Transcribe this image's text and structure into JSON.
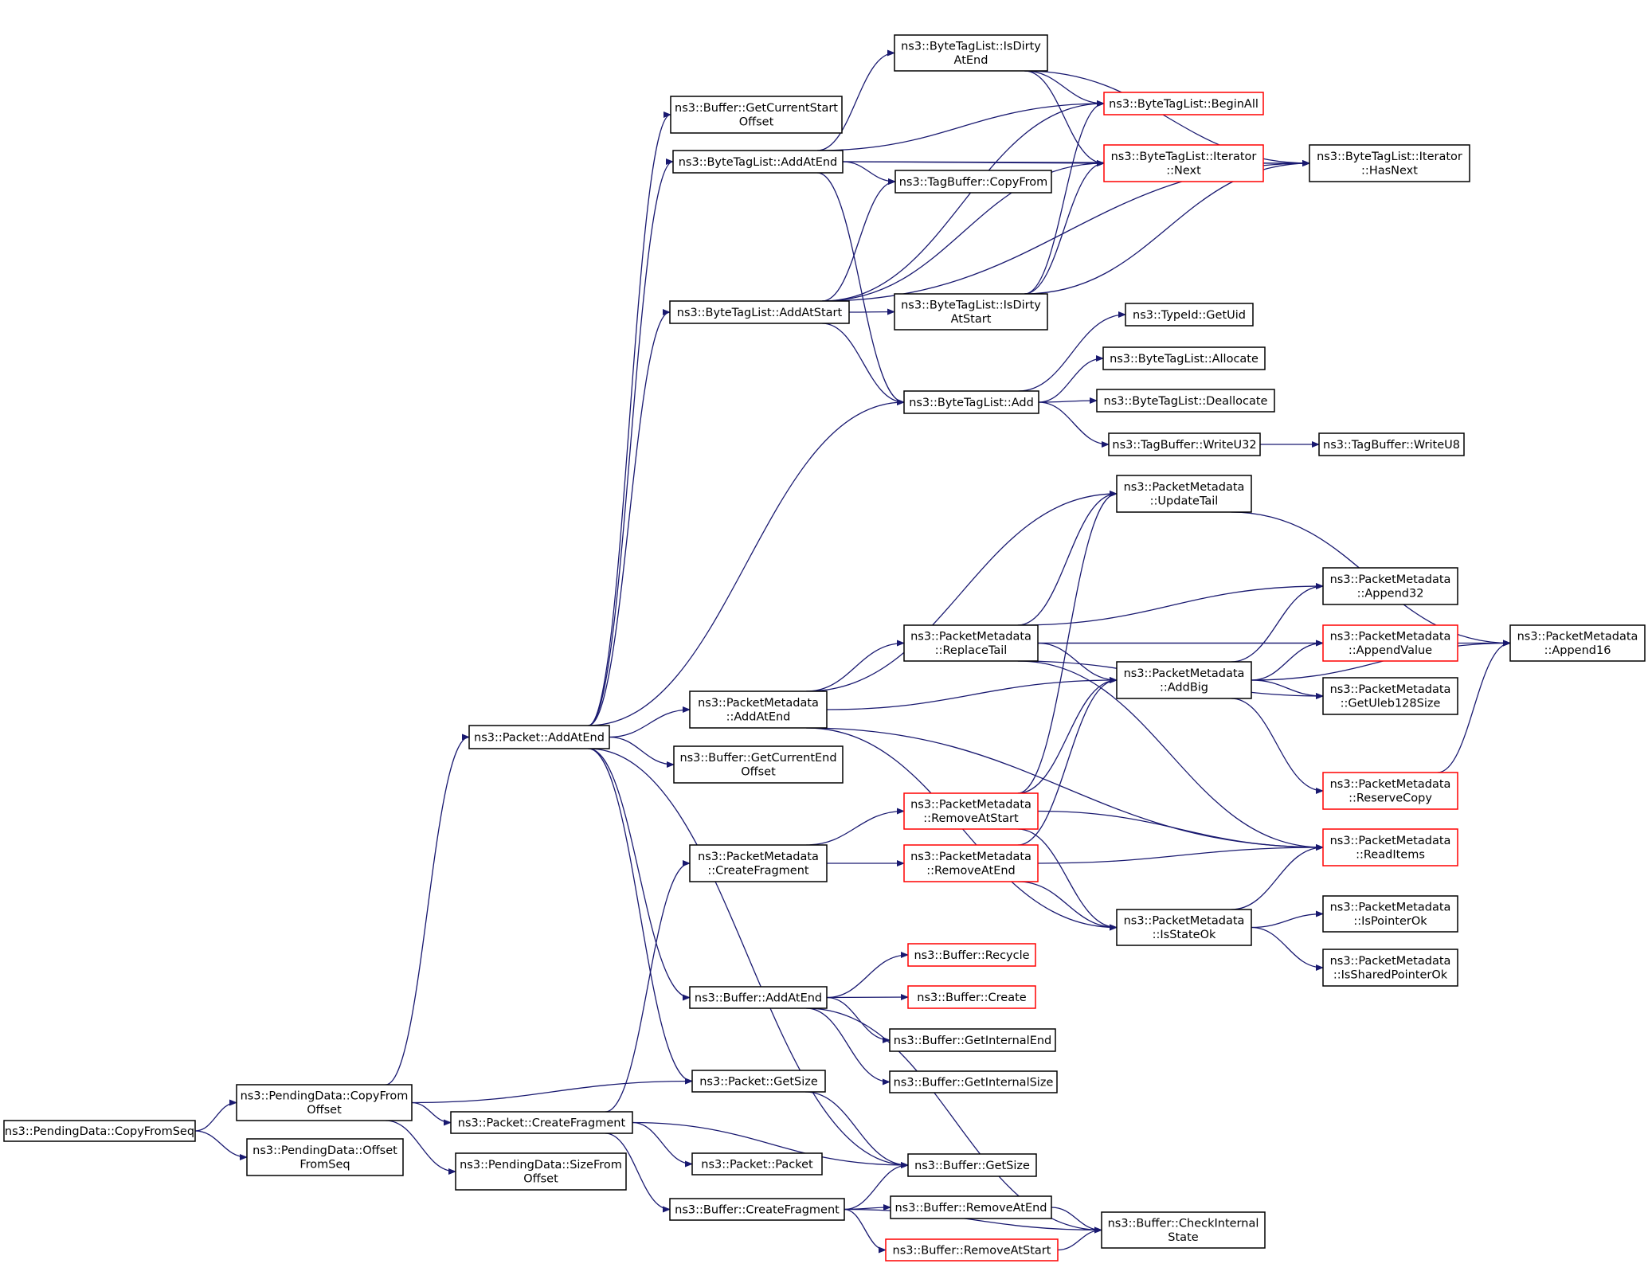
{
  "colors": {
    "edge": "#191970",
    "border_default": "#000000",
    "border_truncated": "#ff0000",
    "root_fill": "#bfbfbf",
    "fill": "#ffffff"
  },
  "nodes": [
    {
      "id": "root",
      "lines": [
        "ns3::PendingData::CopyFromSeq"
      ],
      "style": "root"
    },
    {
      "id": "pd_copyfromoffset",
      "lines": [
        "ns3::PendingData::CopyFrom",
        "Offset"
      ],
      "style": "normal"
    },
    {
      "id": "pd_offsetfromseq",
      "lines": [
        "ns3::PendingData::Offset",
        "FromSeq"
      ],
      "style": "normal"
    },
    {
      "id": "pd_sizefromoffset",
      "lines": [
        "ns3::PendingData::SizeFrom",
        "Offset"
      ],
      "style": "normal"
    },
    {
      "id": "pkt_addatend",
      "lines": [
        "ns3::Packet::AddAtEnd"
      ],
      "style": "normal"
    },
    {
      "id": "pkt_createfragment",
      "lines": [
        "ns3::Packet::CreateFragment"
      ],
      "style": "normal"
    },
    {
      "id": "pkt_getsize",
      "lines": [
        "ns3::Packet::GetSize"
      ],
      "style": "normal"
    },
    {
      "id": "pkt_packet",
      "lines": [
        "ns3::Packet::Packet"
      ],
      "style": "normal"
    },
    {
      "id": "buf_getcurrentstartoffset",
      "lines": [
        "ns3::Buffer::GetCurrentStart",
        "Offset"
      ],
      "style": "normal"
    },
    {
      "id": "btl_addatend",
      "lines": [
        "ns3::ByteTagList::AddAtEnd"
      ],
      "style": "normal"
    },
    {
      "id": "btl_addatstart",
      "lines": [
        "ns3::ByteTagList::AddAtStart"
      ],
      "style": "normal"
    },
    {
      "id": "pm_addatend",
      "lines": [
        "ns3::PacketMetadata",
        "::AddAtEnd"
      ],
      "style": "normal"
    },
    {
      "id": "buf_getcurrentendoffset",
      "lines": [
        "ns3::Buffer::GetCurrentEnd",
        "Offset"
      ],
      "style": "normal"
    },
    {
      "id": "pm_createfragment",
      "lines": [
        "ns3::PacketMetadata",
        "::CreateFragment"
      ],
      "style": "normal"
    },
    {
      "id": "buf_addatend",
      "lines": [
        "ns3::Buffer::AddAtEnd"
      ],
      "style": "normal"
    },
    {
      "id": "buf_createfragment",
      "lines": [
        "ns3::Buffer::CreateFragment"
      ],
      "style": "normal"
    },
    {
      "id": "btl_isdirtyatend",
      "lines": [
        "ns3::ByteTagList::IsDirty",
        "AtEnd"
      ],
      "style": "normal"
    },
    {
      "id": "tb_copyfrom",
      "lines": [
        "ns3::TagBuffer::CopyFrom"
      ],
      "style": "normal"
    },
    {
      "id": "btl_isdirtyatstart",
      "lines": [
        "ns3::ByteTagList::IsDirty",
        "AtStart"
      ],
      "style": "normal"
    },
    {
      "id": "btl_add",
      "lines": [
        "ns3::ByteTagList::Add"
      ],
      "style": "normal"
    },
    {
      "id": "pm_replacetail",
      "lines": [
        "ns3::PacketMetadata",
        "::ReplaceTail"
      ],
      "style": "normal"
    },
    {
      "id": "pm_removeatstart",
      "lines": [
        "ns3::PacketMetadata",
        "::RemoveAtStart"
      ],
      "style": "truncated"
    },
    {
      "id": "pm_removeatend",
      "lines": [
        "ns3::PacketMetadata",
        "::RemoveAtEnd"
      ],
      "style": "truncated"
    },
    {
      "id": "buf_recycle",
      "lines": [
        "ns3::Buffer::Recycle"
      ],
      "style": "truncated"
    },
    {
      "id": "buf_create",
      "lines": [
        "ns3::Buffer::Create"
      ],
      "style": "truncated"
    },
    {
      "id": "buf_getinternalend",
      "lines": [
        "ns3::Buffer::GetInternalEnd"
      ],
      "style": "normal"
    },
    {
      "id": "buf_getinternalsize",
      "lines": [
        "ns3::Buffer::GetInternalSize"
      ],
      "style": "normal"
    },
    {
      "id": "buf_getsize",
      "lines": [
        "ns3::Buffer::GetSize"
      ],
      "style": "normal"
    },
    {
      "id": "buf_removeatend",
      "lines": [
        "ns3::Buffer::RemoveAtEnd"
      ],
      "style": "normal"
    },
    {
      "id": "buf_removeatstart",
      "lines": [
        "ns3::Buffer::RemoveAtStart"
      ],
      "style": "truncated"
    },
    {
      "id": "btl_beginall",
      "lines": [
        "ns3::ByteTagList::BeginAll"
      ],
      "style": "truncated"
    },
    {
      "id": "btl_iter_next",
      "lines": [
        "ns3::ByteTagList::Iterator",
        "::Next"
      ],
      "style": "truncated"
    },
    {
      "id": "typeid_getuid",
      "lines": [
        "ns3::TypeId::GetUid"
      ],
      "style": "normal"
    },
    {
      "id": "btl_allocate",
      "lines": [
        "ns3::ByteTagList::Allocate"
      ],
      "style": "normal"
    },
    {
      "id": "btl_deallocate",
      "lines": [
        "ns3::ByteTagList::Deallocate"
      ],
      "style": "normal"
    },
    {
      "id": "tb_writeu32",
      "lines": [
        "ns3::TagBuffer::WriteU32"
      ],
      "style": "normal"
    },
    {
      "id": "pm_updatetail",
      "lines": [
        "ns3::PacketMetadata",
        "::UpdateTail"
      ],
      "style": "normal"
    },
    {
      "id": "pm_addbig",
      "lines": [
        "ns3::PacketMetadata",
        "::AddBig"
      ],
      "style": "normal"
    },
    {
      "id": "pm_isstateok",
      "lines": [
        "ns3::PacketMetadata",
        "::IsStateOk"
      ],
      "style": "normal"
    },
    {
      "id": "buf_checkinternalstate",
      "lines": [
        "ns3::Buffer::CheckInternal",
        "State"
      ],
      "style": "normal"
    },
    {
      "id": "btl_iter_hasnext",
      "lines": [
        "ns3::ByteTagList::Iterator",
        "::HasNext"
      ],
      "style": "normal"
    },
    {
      "id": "tb_writeu8",
      "lines": [
        "ns3::TagBuffer::WriteU8"
      ],
      "style": "normal"
    },
    {
      "id": "pm_append32",
      "lines": [
        "ns3::PacketMetadata",
        "::Append32"
      ],
      "style": "normal"
    },
    {
      "id": "pm_appendvalue",
      "lines": [
        "ns3::PacketMetadata",
        "::AppendValue"
      ],
      "style": "truncated"
    },
    {
      "id": "pm_getuleb128size",
      "lines": [
        "ns3::PacketMetadata",
        "::GetUleb128Size"
      ],
      "style": "normal"
    },
    {
      "id": "pm_reservecopy",
      "lines": [
        "ns3::PacketMetadata",
        "::ReserveCopy"
      ],
      "style": "truncated"
    },
    {
      "id": "pm_readitems",
      "lines": [
        "ns3::PacketMetadata",
        "::ReadItems"
      ],
      "style": "truncated"
    },
    {
      "id": "pm_ispointerok",
      "lines": [
        "ns3::PacketMetadata",
        "::IsPointerOk"
      ],
      "style": "normal"
    },
    {
      "id": "pm_issharedpointerok",
      "lines": [
        "ns3::PacketMetadata",
        "::IsSharedPointerOk"
      ],
      "style": "normal"
    },
    {
      "id": "pm_append16",
      "lines": [
        "ns3::PacketMetadata",
        "::Append16"
      ],
      "style": "normal"
    }
  ],
  "edges": [
    [
      "root",
      "pd_copyfromoffset"
    ],
    [
      "root",
      "pd_offsetfromseq"
    ],
    [
      "pd_copyfromoffset",
      "pkt_addatend"
    ],
    [
      "pd_copyfromoffset",
      "pkt_getsize"
    ],
    [
      "pd_copyfromoffset",
      "pkt_createfragment"
    ],
    [
      "pd_copyfromoffset",
      "pd_sizefromoffset"
    ],
    [
      "pkt_addatend",
      "buf_getcurrentstartoffset"
    ],
    [
      "pkt_addatend",
      "btl_addatend"
    ],
    [
      "pkt_addatend",
      "btl_addatstart"
    ],
    [
      "pkt_addatend",
      "btl_add"
    ],
    [
      "pkt_addatend",
      "pm_addatend"
    ],
    [
      "pkt_addatend",
      "buf_getcurrentendoffset"
    ],
    [
      "pkt_addatend",
      "buf_addatend"
    ],
    [
      "pkt_addatend",
      "pkt_getsize"
    ],
    [
      "pkt_addatend",
      "buf_getsize"
    ],
    [
      "btl_addatend",
      "btl_isdirtyatend"
    ],
    [
      "btl_addatend",
      "btl_beginall"
    ],
    [
      "btl_addatend",
      "btl_iter_next"
    ],
    [
      "btl_addatend",
      "tb_copyfrom"
    ],
    [
      "btl_addatend",
      "btl_add"
    ],
    [
      "btl_addatend",
      "btl_iter_hasnext"
    ],
    [
      "btl_isdirtyatend",
      "btl_beginall"
    ],
    [
      "btl_isdirtyatend",
      "btl_iter_next"
    ],
    [
      "btl_isdirtyatend",
      "btl_iter_hasnext"
    ],
    [
      "btl_iter_next",
      "btl_iter_hasnext"
    ],
    [
      "btl_addatstart",
      "btl_isdirtyatstart"
    ],
    [
      "btl_addatstart",
      "tb_copyfrom"
    ],
    [
      "btl_addatstart",
      "btl_beginall"
    ],
    [
      "btl_addatstart",
      "btl_iter_next"
    ],
    [
      "btl_addatstart",
      "btl_add"
    ],
    [
      "btl_addatstart",
      "btl_iter_hasnext"
    ],
    [
      "btl_isdirtyatstart",
      "btl_beginall"
    ],
    [
      "btl_isdirtyatstart",
      "btl_iter_next"
    ],
    [
      "btl_isdirtyatstart",
      "btl_iter_hasnext"
    ],
    [
      "btl_add",
      "typeid_getuid"
    ],
    [
      "btl_add",
      "btl_allocate"
    ],
    [
      "btl_add",
      "btl_deallocate"
    ],
    [
      "btl_add",
      "tb_writeu32"
    ],
    [
      "tb_writeu32",
      "tb_writeu8"
    ],
    [
      "pm_addatend",
      "pm_updatetail"
    ],
    [
      "pm_addatend",
      "pm_replacetail"
    ],
    [
      "pm_addatend",
      "pm_addbig"
    ],
    [
      "pm_addatend",
      "pm_readitems"
    ],
    [
      "pm_addatend",
      "pm_isstateok"
    ],
    [
      "pm_replacetail",
      "pm_updatetail"
    ],
    [
      "pm_replacetail",
      "pm_append16"
    ],
    [
      "pm_replacetail",
      "pm_append32"
    ],
    [
      "pm_replacetail",
      "pm_appendvalue"
    ],
    [
      "pm_replacetail",
      "pm_addbig"
    ],
    [
      "pm_replacetail",
      "pm_getuleb128size"
    ],
    [
      "pm_replacetail",
      "pm_readitems"
    ],
    [
      "pm_updatetail",
      "pm_append16"
    ],
    [
      "pm_addbig",
      "pm_append32"
    ],
    [
      "pm_addbig",
      "pm_appendvalue"
    ],
    [
      "pm_addbig",
      "pm_getuleb128size"
    ],
    [
      "pm_addbig",
      "pm_append16"
    ],
    [
      "pm_addbig",
      "pm_reservecopy"
    ],
    [
      "pm_reservecopy",
      "pm_append16"
    ],
    [
      "pm_createfragment",
      "pm_removeatstart"
    ],
    [
      "pm_createfragment",
      "pm_removeatend"
    ],
    [
      "pm_removeatstart",
      "pm_updatetail"
    ],
    [
      "pm_removeatstart",
      "pm_addbig"
    ],
    [
      "pm_removeatstart",
      "pm_readitems"
    ],
    [
      "pm_removeatstart",
      "pm_isstateok"
    ],
    [
      "pm_removeatend",
      "pm_addbig"
    ],
    [
      "pm_removeatend",
      "pm_readitems"
    ],
    [
      "pm_removeatend",
      "pm_isstateok"
    ],
    [
      "pm_isstateok",
      "pm_readitems"
    ],
    [
      "pm_isstateok",
      "pm_ispointerok"
    ],
    [
      "pm_isstateok",
      "pm_issharedpointerok"
    ],
    [
      "buf_addatend",
      "buf_recycle"
    ],
    [
      "buf_addatend",
      "buf_create"
    ],
    [
      "buf_addatend",
      "buf_getinternalend"
    ],
    [
      "buf_addatend",
      "buf_getinternalsize"
    ],
    [
      "buf_addatend",
      "buf_checkinternalstate"
    ],
    [
      "pkt_getsize",
      "buf_getsize"
    ],
    [
      "pkt_createfragment",
      "pm_createfragment"
    ],
    [
      "pkt_createfragment",
      "buf_getsize"
    ],
    [
      "pkt_createfragment",
      "pkt_packet"
    ],
    [
      "pkt_createfragment",
      "buf_createfragment"
    ],
    [
      "buf_createfragment",
      "buf_getsize"
    ],
    [
      "buf_createfragment",
      "buf_removeatend"
    ],
    [
      "buf_createfragment",
      "buf_removeatstart"
    ],
    [
      "buf_createfragment",
      "buf_checkinternalstate"
    ],
    [
      "buf_removeatend",
      "buf_checkinternalstate"
    ],
    [
      "buf_removeatstart",
      "buf_checkinternalstate"
    ]
  ]
}
